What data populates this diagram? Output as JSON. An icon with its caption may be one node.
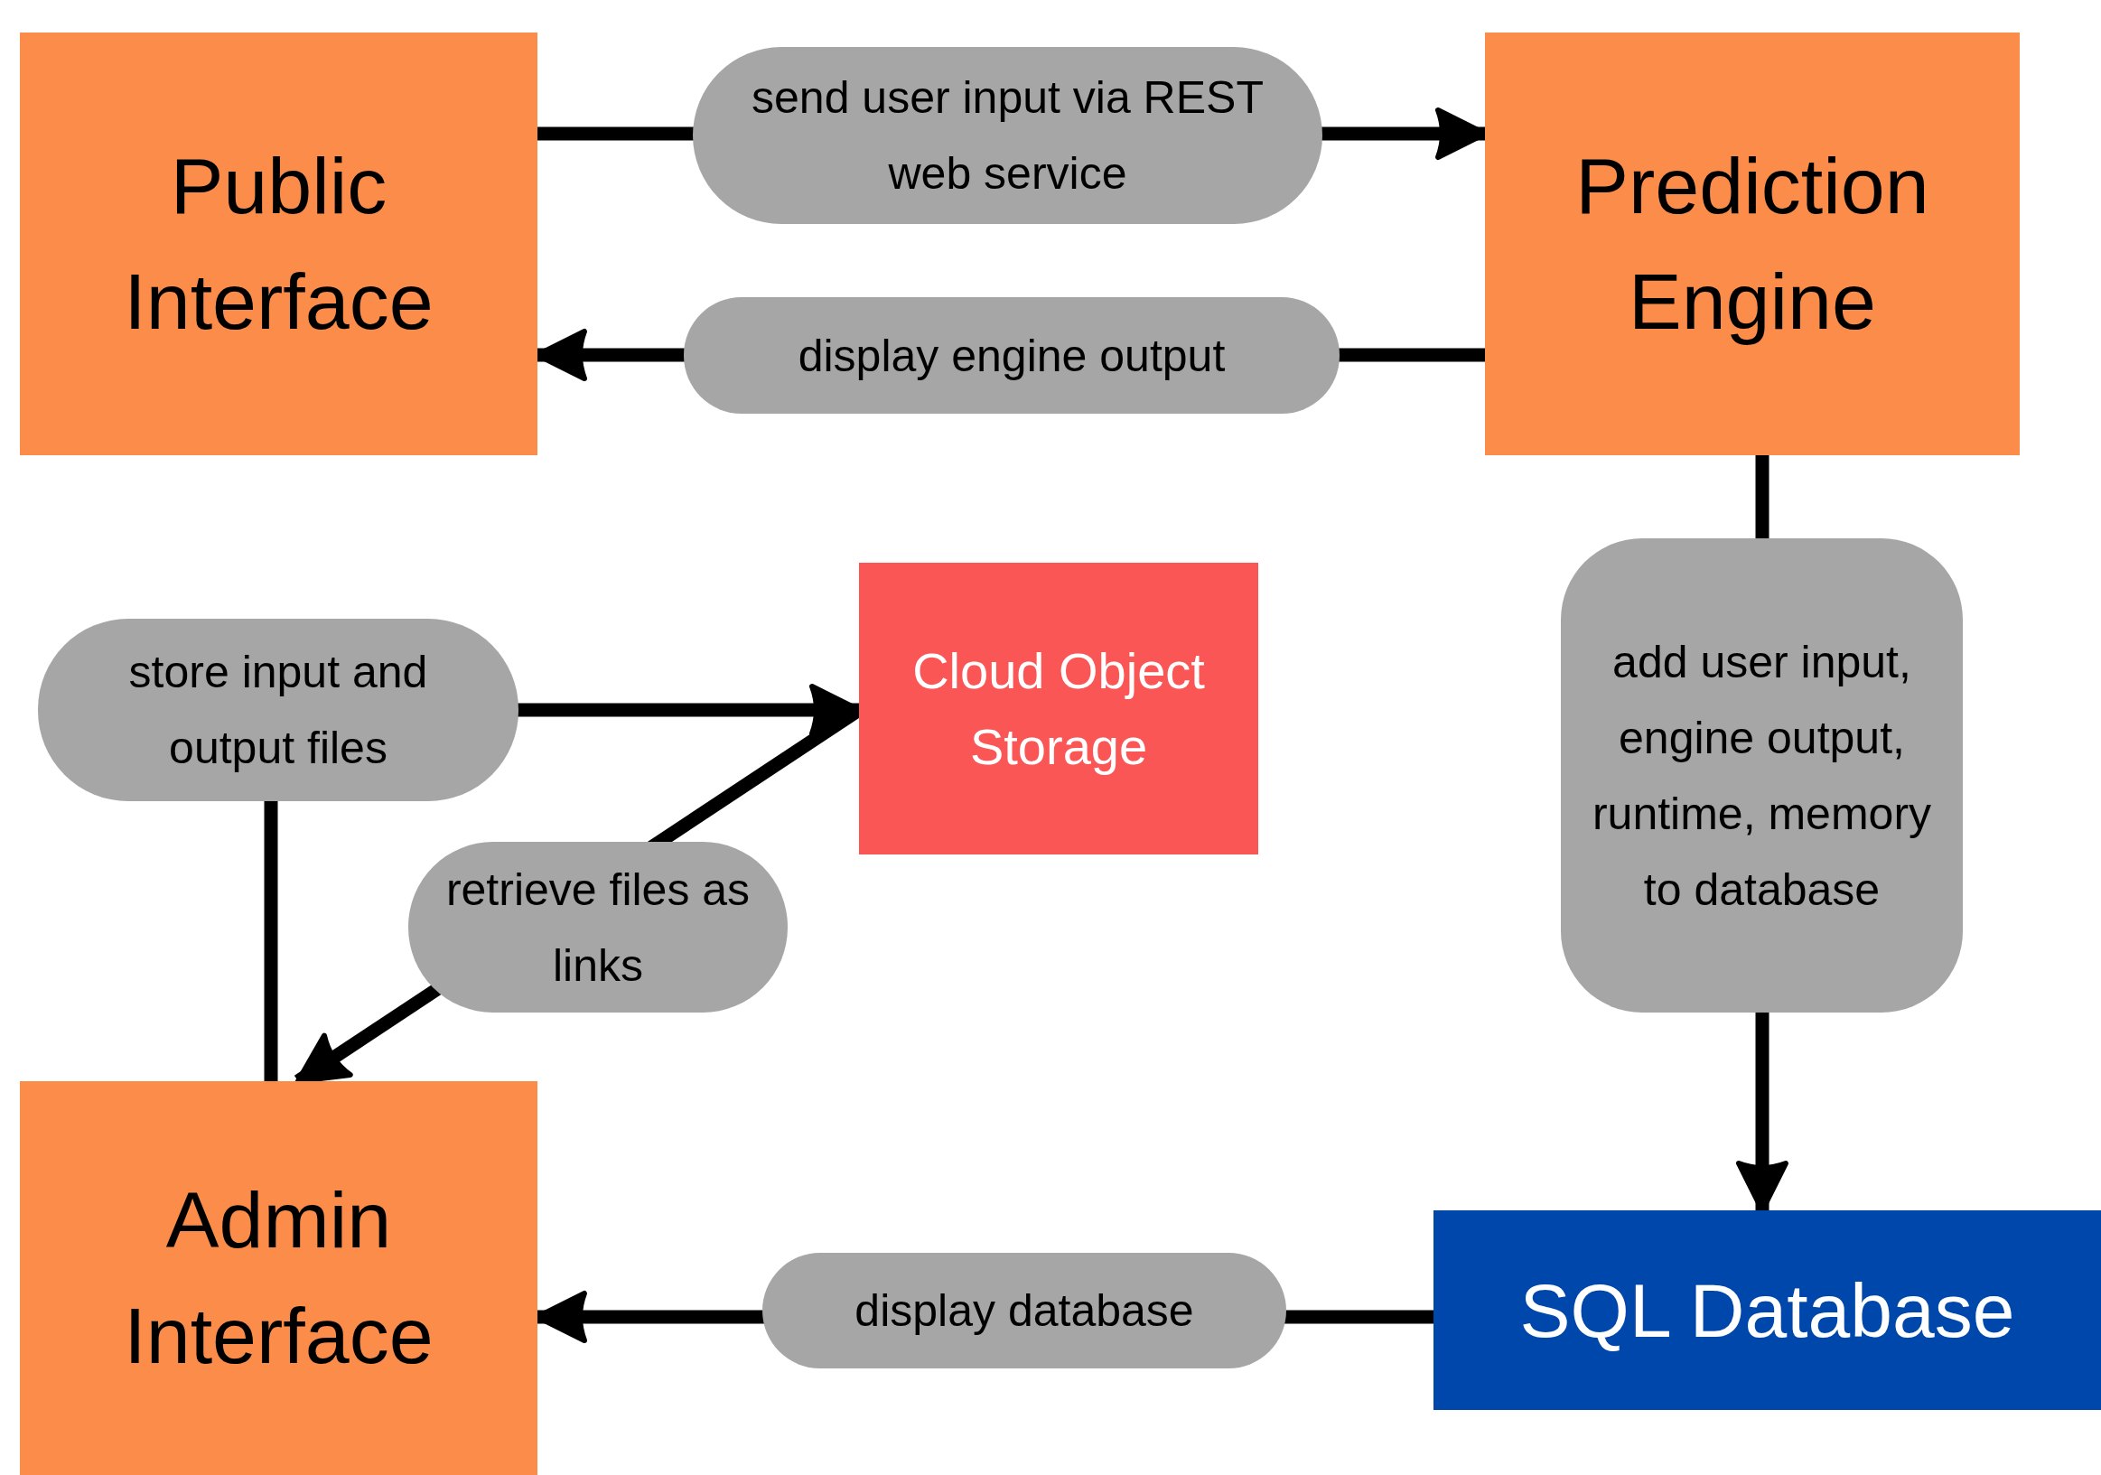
{
  "diagram": {
    "nodes": [
      {
        "text": [
          "Public Interface"
        ]
      },
      {
        "text": [
          "Prediction Engine"
        ]
      },
      {
        "text": [
          "Cloud Object Storage"
        ]
      },
      {
        "text": [
          "Admin Interface"
        ]
      },
      {
        "text": [
          "SQL Database"
        ]
      }
    ],
    "edges": [
      {
        "from": 0,
        "to": 1,
        "arrow": "to",
        "label": "send user input via REST web service"
      },
      {
        "from": 1,
        "to": 0,
        "arrow": "to",
        "label": "display engine output"
      },
      {
        "from": 1,
        "to": 4,
        "arrow": "to",
        "label": "add user input, engine output, runtime, memory to database"
      },
      {
        "from": 4,
        "to": 3,
        "arrow": "to",
        "label": "display database"
      },
      {
        "from": 3,
        "to": 2,
        "arrow": "to",
        "label": "store input and output files"
      },
      {
        "from": 2,
        "to": 3,
        "arrow": "to",
        "label": "retrieve files as  links"
      }
    ]
  }
}
